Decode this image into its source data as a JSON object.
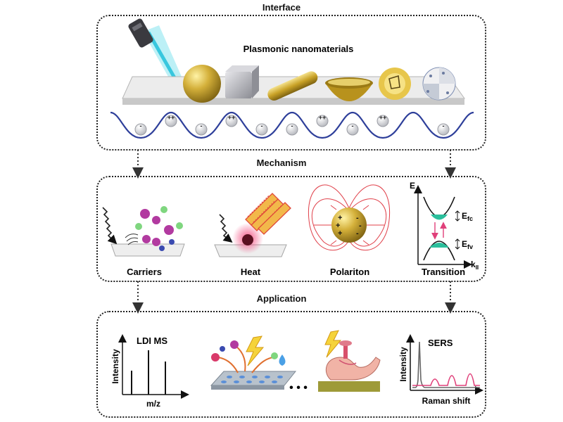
{
  "sections": {
    "interface": "Interface",
    "mechanism": "Mechanism",
    "application": "Application"
  },
  "interface_panel": {
    "title": "Plasmonic nanomaterials",
    "charges": [
      "-",
      "++",
      "-",
      "++",
      "-",
      "-",
      "++",
      "-",
      "++",
      "-"
    ]
  },
  "mechanism_panel": {
    "items": [
      "Carriers",
      "Heat",
      "Polariton",
      "Transition"
    ],
    "band_axis_e": "E",
    "band_axis_k": "k",
    "band_axis_k_sub": "II",
    "efc": "E",
    "efc_sub": "fc",
    "efv": "E",
    "efv_sub": "fv"
  },
  "application_panel": {
    "ldi_ms_title": "LDI MS",
    "ldi_ms_xlabel": "m/z",
    "ldi_ms_ylabel": "Intensity",
    "sers_title": "SERS",
    "sers_xlabel": "Raman shift",
    "sers_ylabel": "Intensity",
    "ellipsis": "• • •"
  },
  "colors": {
    "gold": "#c9a227",
    "gold_light": "#f3df7a",
    "wave": "#2e3f9a",
    "field_lines": "#e0404a",
    "band": "#2bbf9c",
    "arrow": "#e0407a"
  }
}
